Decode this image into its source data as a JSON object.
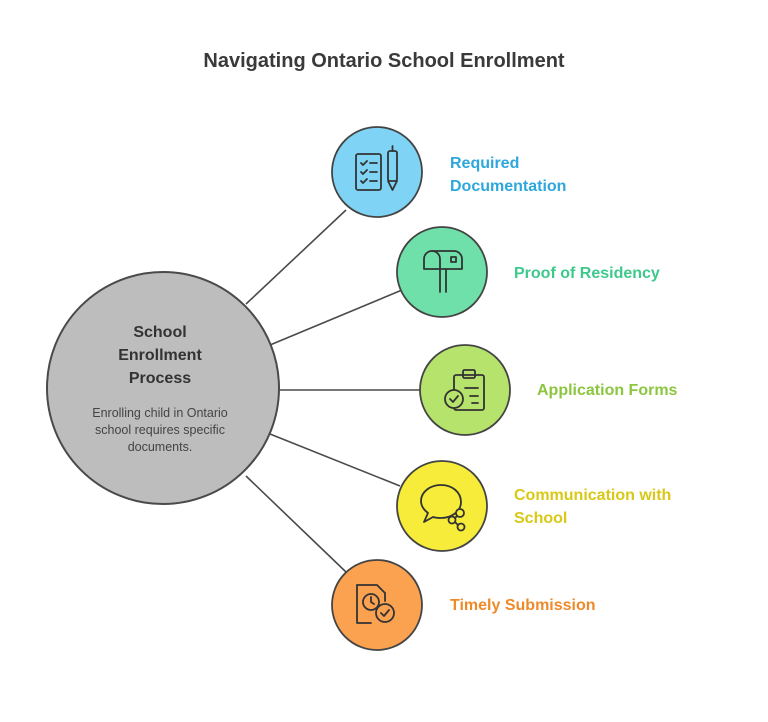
{
  "title": "Navigating Ontario School Enrollment",
  "hub": {
    "title": "School Enrollment Process",
    "description": "Enrolling child in Ontario school requires specific documents."
  },
  "branches": [
    {
      "label": "Required Documentation",
      "color": "#2ea8dc",
      "fill": "#7fd4f5",
      "icon": "checklist-pen-icon"
    },
    {
      "label": "Proof of Residency",
      "color": "#3ec98c",
      "fill": "#6fe0aa",
      "icon": "mailbox-icon"
    },
    {
      "label": "Application Forms",
      "color": "#8cc63f",
      "fill": "#b5e36b",
      "icon": "clipboard-check-icon"
    },
    {
      "label": "Communication with School",
      "color": "#d9c816",
      "fill": "#f6ec39",
      "icon": "chat-share-icon"
    },
    {
      "label": "Timely Submission",
      "color": "#ee8a2a",
      "fill": "#fba250",
      "icon": "clock-document-icon"
    }
  ]
}
